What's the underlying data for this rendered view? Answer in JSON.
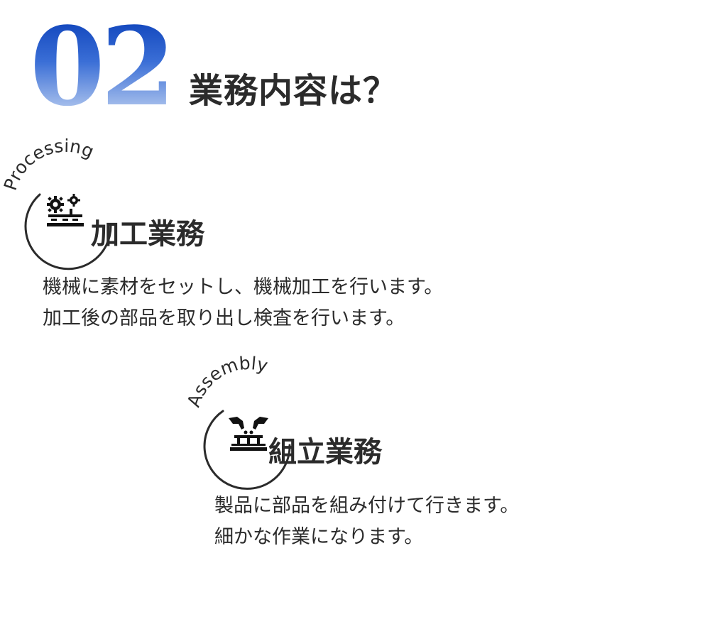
{
  "header": {
    "number": "02",
    "title": "業務内容は？"
  },
  "processing": {
    "badge_label": "Processing",
    "icon": "gear-machine-icon",
    "title": "加工業務",
    "description": [
      "機械に素材をセットし、機械加工を行います。",
      "加工後の部品を取り出し検査を行います。"
    ]
  },
  "assembly": {
    "badge_label": "Assembly",
    "icon": "hands-assembly-icon",
    "title": "組立業務",
    "description": [
      "製品に部品を組み付けて行きます。",
      "細かな作業になります。"
    ]
  },
  "colors": {
    "number_gradient_top": "#0a3fb8",
    "number_gradient_bottom": "#c5d6f2",
    "text": "#2b2b2b"
  }
}
